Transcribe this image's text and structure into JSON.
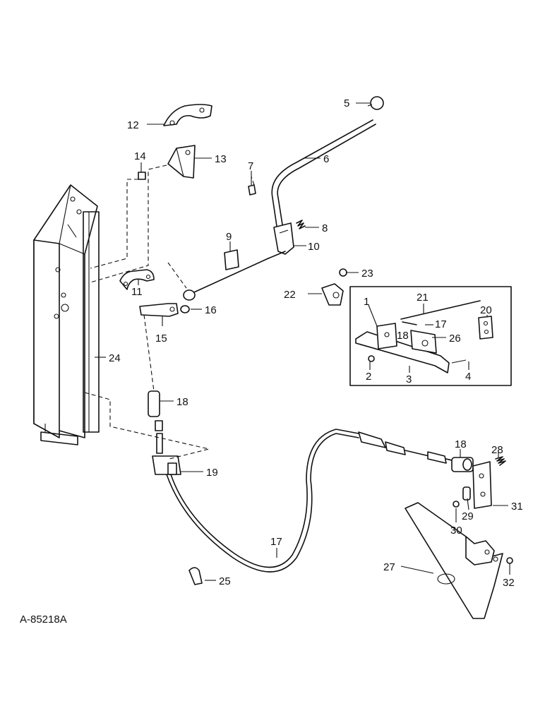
{
  "figure_ref": "A-85218A",
  "callouts": [
    "1",
    "2",
    "3",
    "4",
    "5",
    "6",
    "7",
    "8",
    "9",
    "10",
    "11",
    "12",
    "13",
    "14",
    "15",
    "16",
    "17",
    "17",
    "18",
    "18",
    "18",
    "19",
    "20",
    "21",
    "22",
    "23",
    "24",
    "25",
    "26",
    "27",
    "28",
    "29",
    "30",
    "31",
    "32"
  ],
  "colors": {
    "ink": "#111111",
    "paper": "#ffffff"
  }
}
